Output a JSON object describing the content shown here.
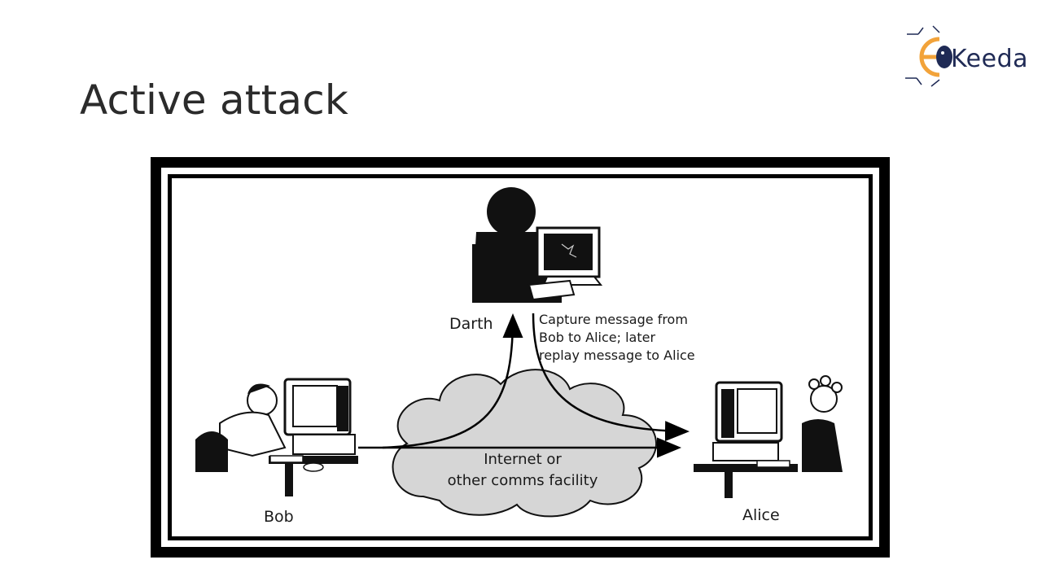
{
  "slide": {
    "title": "Active attack"
  },
  "logo": {
    "text": "Keeda",
    "icon": "ekeeda-e-icon",
    "accent_color": "#f2a33a",
    "dark_color": "#1f2a55"
  },
  "diagram": {
    "actors": {
      "darth": "Darth",
      "bob": "Bob",
      "alice": "Alice"
    },
    "annotation": {
      "line1": "Capture message from",
      "line2": "Bob to Alice; later",
      "line3": "replay message to Alice"
    },
    "network": {
      "line1": "Internet or",
      "line2": "other comms facility"
    },
    "cloud_color": "#d6d6d6",
    "frame_color": "#000000"
  }
}
